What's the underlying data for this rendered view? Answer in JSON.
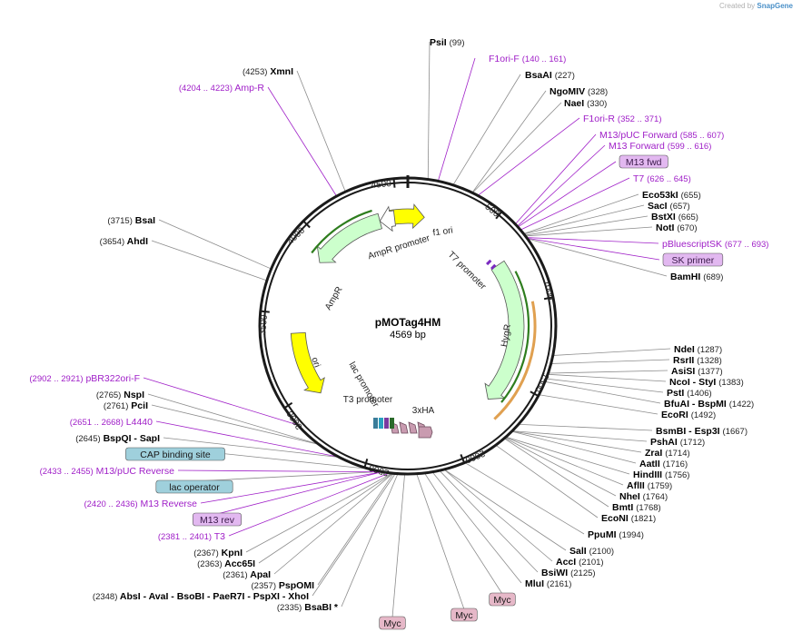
{
  "watermark": {
    "prefix": "Created by",
    "brand": "SnapGene"
  },
  "plasmid": {
    "name": "pMOTag4HM",
    "length_label": "4569 bp",
    "length": 4569
  },
  "ticks": [
    "500",
    "1000",
    "1500",
    "2000",
    "2500",
    "3000",
    "3500",
    "4000",
    "4500"
  ],
  "features": [
    {
      "id": "f1-ori",
      "label": "f1 ori",
      "type": "origin",
      "color": "#ffff00"
    },
    {
      "id": "ampr-promoter",
      "label": "AmpR promoter",
      "type": "promoter",
      "color": "#ffffff"
    },
    {
      "id": "ampr",
      "label": "AmpR",
      "type": "cds",
      "color": "#ccffcc"
    },
    {
      "id": "ori",
      "label": "ori",
      "type": "origin",
      "color": "#ffff00"
    },
    {
      "id": "lac-promoter",
      "label": "lac promoter",
      "type": "promoter",
      "color": "#ffffff"
    },
    {
      "id": "t3-promoter",
      "label": "T3 promoter",
      "type": "promoter",
      "color": "#ffffff"
    },
    {
      "id": "3xha",
      "label": "3xHA",
      "type": "tag",
      "color": "#c99bb0"
    },
    {
      "id": "hygr",
      "label": "HygR",
      "type": "cds",
      "color": "#ccffcc"
    },
    {
      "id": "t7-promoter",
      "label": "T7 promoter",
      "type": "promoter",
      "color": "#ffffff"
    }
  ],
  "labels": [
    {
      "name": "PsiI",
      "pos": "(99)",
      "kind": "site"
    },
    {
      "name": "F1ori-F",
      "pos": "(140 .. 161)",
      "kind": "primer"
    },
    {
      "name": "BsaAI",
      "pos": "(227)",
      "kind": "site"
    },
    {
      "name": "NgoMIV",
      "pos": "(328)",
      "kind": "site"
    },
    {
      "name": "NaeI",
      "pos": "(330)",
      "kind": "site"
    },
    {
      "name": "F1ori-R",
      "pos": "(352 .. 371)",
      "kind": "primer"
    },
    {
      "name": "M13/pUC Forward",
      "pos": "(585 .. 607)",
      "kind": "primer"
    },
    {
      "name": "M13 Forward",
      "pos": "(599 .. 616)",
      "kind": "primer"
    },
    {
      "name": "M13 fwd",
      "pos": "",
      "kind": "pbox"
    },
    {
      "name": "T7",
      "pos": "(626 .. 645)",
      "kind": "primer"
    },
    {
      "name": "Eco53kI",
      "pos": "(655)",
      "kind": "site"
    },
    {
      "name": "SacI",
      "pos": "(657)",
      "kind": "site"
    },
    {
      "name": "BstXI",
      "pos": "(665)",
      "kind": "site"
    },
    {
      "name": "NotI",
      "pos": "(670)",
      "kind": "site"
    },
    {
      "name": "pBluescriptSK",
      "pos": "(677 .. 693)",
      "kind": "primer"
    },
    {
      "name": "SK primer",
      "pos": "",
      "kind": "pbox"
    },
    {
      "name": "BamHI",
      "pos": "(689)",
      "kind": "site"
    },
    {
      "name": "NdeI",
      "pos": "(1287)",
      "kind": "site"
    },
    {
      "name": "RsrII",
      "pos": "(1328)",
      "kind": "site"
    },
    {
      "name": "AsiSI",
      "pos": "(1377)",
      "kind": "site"
    },
    {
      "name": "NcoI  - StyI",
      "pos": "(1383)",
      "kind": "site"
    },
    {
      "name": "PstI",
      "pos": "(1406)",
      "kind": "site"
    },
    {
      "name": "BfuAI  - BspMI",
      "pos": "(1422)",
      "kind": "site"
    },
    {
      "name": "EcoRI",
      "pos": "(1492)",
      "kind": "site"
    },
    {
      "name": "BsmBI  - Esp3I",
      "pos": "(1667)",
      "kind": "site"
    },
    {
      "name": "PshAI",
      "pos": "(1712)",
      "kind": "site"
    },
    {
      "name": "ZraI",
      "pos": "(1714)",
      "kind": "site"
    },
    {
      "name": "AatII",
      "pos": "(1716)",
      "kind": "site"
    },
    {
      "name": "HindIII",
      "pos": "(1756)",
      "kind": "site"
    },
    {
      "name": "AflII",
      "pos": "(1759)",
      "kind": "site"
    },
    {
      "name": "NheI",
      "pos": "(1764)",
      "kind": "site"
    },
    {
      "name": "BmtI",
      "pos": "(1768)",
      "kind": "site"
    },
    {
      "name": "EcoNI",
      "pos": "(1821)",
      "kind": "site"
    },
    {
      "name": "PpuMI",
      "pos": "(1994)",
      "kind": "site"
    },
    {
      "name": "SalI",
      "pos": "(2100)",
      "kind": "site"
    },
    {
      "name": "AccI",
      "pos": "(2101)",
      "kind": "site"
    },
    {
      "name": "BsiWI",
      "pos": "(2125)",
      "kind": "site"
    },
    {
      "name": "MluI",
      "pos": "(2161)",
      "kind": "site"
    },
    {
      "name": "Myc",
      "pos": "",
      "kind": "fbox"
    },
    {
      "name": "Myc",
      "pos": "",
      "kind": "fbox"
    },
    {
      "name": "Myc",
      "pos": "",
      "kind": "fbox"
    },
    {
      "name": "BsaBI",
      "pos": "(2335)",
      "kind": "site_r",
      "suffix": "*"
    },
    {
      "name": "AbsI  - AvaI  - BsoBI  - PaeR7I  - PspXI  - XhoI",
      "pos": "(2348)",
      "kind": "site_r"
    },
    {
      "name": "PspOMI",
      "pos": "(2357)",
      "kind": "site_r"
    },
    {
      "name": "ApaI",
      "pos": "(2361)",
      "kind": "site_r"
    },
    {
      "name": "Acc65I",
      "pos": "(2363)",
      "kind": "site_r"
    },
    {
      "name": "KpnI",
      "pos": "(2367)",
      "kind": "site_r"
    },
    {
      "name": "T3",
      "pos": "(2381 .. 2401)",
      "kind": "primer_r"
    },
    {
      "name": "M13 rev",
      "pos": "",
      "kind": "pbox"
    },
    {
      "name": "M13 Reverse",
      "pos": "(2420 .. 2436)",
      "kind": "primer_r"
    },
    {
      "name": "lac operator",
      "pos": "",
      "kind": "tbox"
    },
    {
      "name": "M13/pUC Reverse",
      "pos": "(2433 .. 2455)",
      "kind": "primer_r"
    },
    {
      "name": "CAP binding site",
      "pos": "",
      "kind": "tbox"
    },
    {
      "name": "BspQI  - SapI",
      "pos": "(2645)",
      "kind": "site_r"
    },
    {
      "name": "L4440",
      "pos": "(2651 .. 2668)",
      "kind": "primer_r"
    },
    {
      "name": "PciI",
      "pos": "(2761)",
      "kind": "site_r"
    },
    {
      "name": "NspI",
      "pos": "(2765)",
      "kind": "site_r"
    },
    {
      "name": "pBR322ori-F",
      "pos": "(2902 .. 2921)",
      "kind": "primer_r"
    },
    {
      "name": "AhdI",
      "pos": "(3654)",
      "kind": "site_r"
    },
    {
      "name": "BsaI",
      "pos": "(3715)",
      "kind": "site_r"
    },
    {
      "name": "Amp-R",
      "pos": "(4204 .. 4223)",
      "kind": "primer_r"
    },
    {
      "name": "XmnI",
      "pos": "(4253)",
      "kind": "site_r"
    }
  ],
  "colors": {
    "primer": "#a020c8",
    "primer_box": "#e2b8f0",
    "feature_box": "#e6b8c8",
    "text_box": "#9fd0dc",
    "backbone": "#1a1a1a",
    "leader": "#8c8c8c"
  }
}
